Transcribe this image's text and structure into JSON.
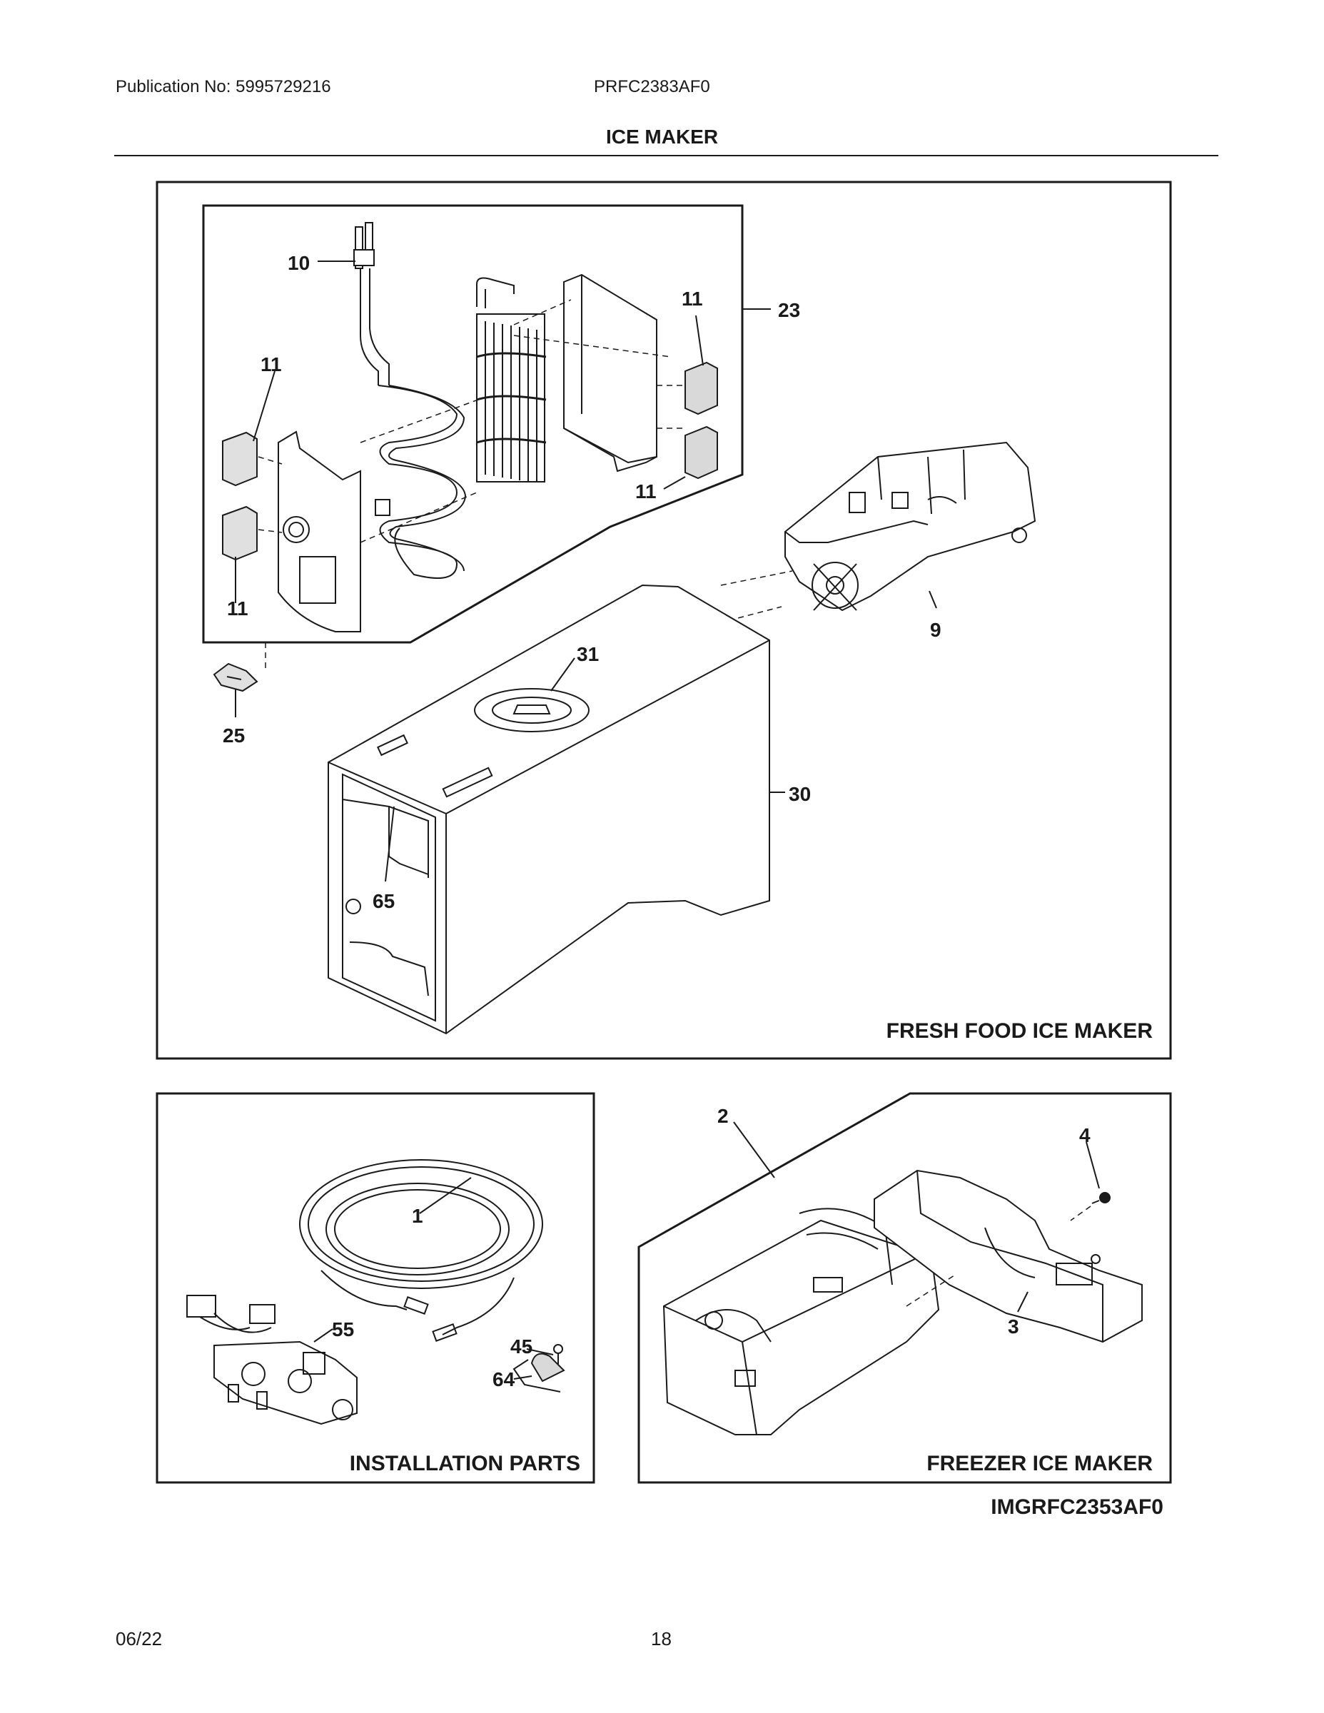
{
  "header": {
    "publication": "Publication No: 5995729216",
    "model": "PRFC2383AF0",
    "title": "ICE MAKER"
  },
  "panels": {
    "fresh_food": "FRESH FOOD ICE MAKER",
    "installation": "INSTALLATION PARTS",
    "freezer": "FREEZER ICE MAKER"
  },
  "callouts": {
    "p10": "10",
    "p11a": "11",
    "p11b": "11",
    "p11c": "11",
    "p11d": "11",
    "p23": "23",
    "p9": "9",
    "p31": "31",
    "p25": "25",
    "p30": "30",
    "p65": "65",
    "p1": "1",
    "p55": "55",
    "p45": "45",
    "p64": "64",
    "p2": "2",
    "p4": "4",
    "p3": "3"
  },
  "image_id": "IMGRFC2353AF0",
  "footer": {
    "date": "06/22",
    "page": "18"
  },
  "colors": {
    "ink": "#1a1a1a",
    "shade": "#d9d9d9",
    "paper": "#ffffff"
  }
}
